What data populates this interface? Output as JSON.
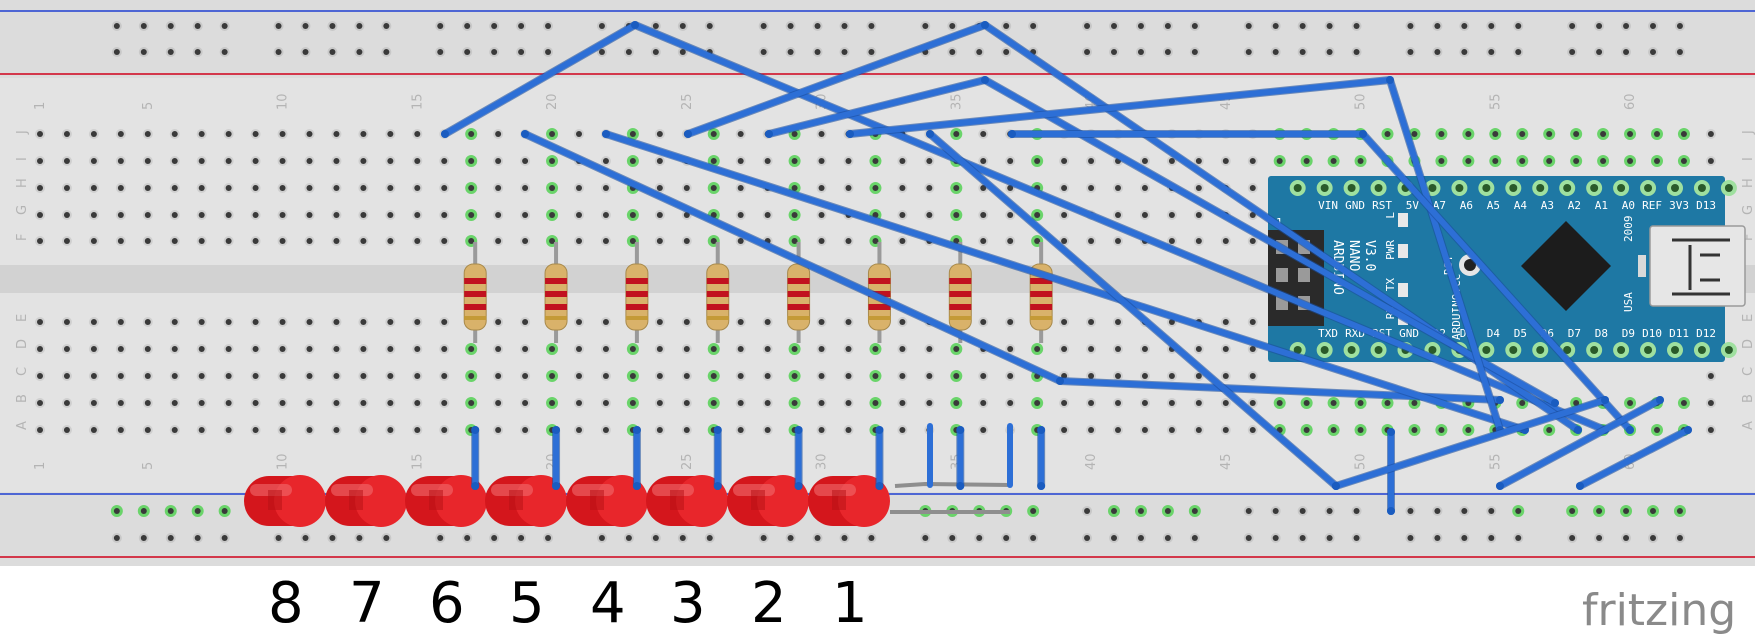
{
  "breadboard": {
    "column_numbers": [
      "1",
      "5",
      "10",
      "15",
      "20",
      "25",
      "30",
      "35",
      "40",
      "45",
      "50",
      "55",
      "60"
    ],
    "row_labels_top": [
      "J",
      "I",
      "H",
      "G",
      "F"
    ],
    "row_labels_bottom": [
      "E",
      "D",
      "C",
      "B",
      "A"
    ],
    "colors": {
      "board": "#e3e3e3",
      "rail_red": "#d0021b",
      "rail_blue": "#1f3fd1",
      "hole": "#3a3a3a",
      "active_hole": "#6ad46a"
    }
  },
  "resistors": {
    "count": 8,
    "colors": {
      "body": "#d9b26a",
      "band": "#c1121f"
    }
  },
  "leds": {
    "labels": [
      "8",
      "7",
      "6",
      "5",
      "4",
      "3",
      "2",
      "1"
    ],
    "color": "#e8262b"
  },
  "wires": {
    "color": "#2d6fd6"
  },
  "arduino": {
    "name_lines": [
      "ARDUINO",
      "NANO",
      "V3.0"
    ],
    "top_pins": [
      "D13",
      "3V3",
      "REF",
      "A0",
      "A1",
      "A2",
      "A3",
      "A4",
      "A5",
      "A6",
      "A7",
      "5V",
      "RST",
      "GND",
      "VIN"
    ],
    "bottom_pins": [
      "D12",
      "D11",
      "D10",
      "D9",
      "D8",
      "D7",
      "D6",
      "D5",
      "D4",
      "D3",
      "D2",
      "GND",
      "RST",
      "RXD",
      "TXD"
    ],
    "side_labels": [
      "L",
      "PWR",
      "TX",
      "RX"
    ],
    "misc": [
      "RST",
      "ARDUINO.CC",
      "USA",
      "2009",
      "1"
    ],
    "colors": {
      "board": "#1e78a4",
      "chip": "#1c1c1c",
      "usb": "#e6e6e6"
    }
  },
  "footer": {
    "brand": "fritzing"
  }
}
